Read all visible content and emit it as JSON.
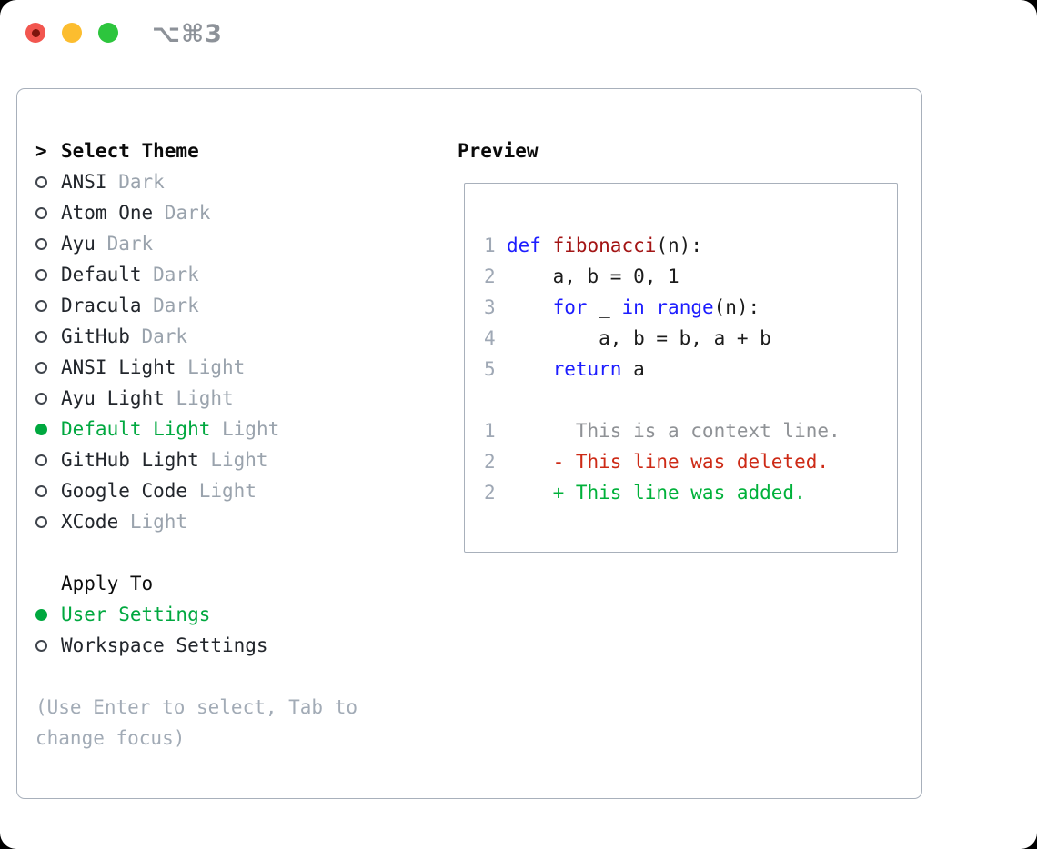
{
  "titlebar": {
    "shortcut": "⌥⌘3"
  },
  "panel": {
    "theme_section": {
      "header_marker": ">",
      "header": "Select Theme",
      "items": [
        {
          "name": "ANSI",
          "variant": "Dark",
          "selected": false
        },
        {
          "name": "Atom One",
          "variant": "Dark",
          "selected": false
        },
        {
          "name": "Ayu",
          "variant": "Dark",
          "selected": false
        },
        {
          "name": "Default",
          "variant": "Dark",
          "selected": false
        },
        {
          "name": "Dracula",
          "variant": "Dark",
          "selected": false
        },
        {
          "name": "GitHub",
          "variant": "Dark",
          "selected": false
        },
        {
          "name": "ANSI Light",
          "variant": "Light",
          "selected": false
        },
        {
          "name": "Ayu Light",
          "variant": "Light",
          "selected": false
        },
        {
          "name": "Default Light",
          "variant": "Light",
          "selected": true
        },
        {
          "name": "GitHub Light",
          "variant": "Light",
          "selected": false
        },
        {
          "name": "Google Code",
          "variant": "Light",
          "selected": false
        },
        {
          "name": "XCode",
          "variant": "Light",
          "selected": false
        }
      ]
    },
    "apply_section": {
      "header": "Apply To",
      "items": [
        {
          "name": "User Settings",
          "selected": true
        },
        {
          "name": "Workspace Settings",
          "selected": false
        }
      ]
    },
    "hint_lines": [
      "(Use Enter to select, Tab to",
      "change focus)"
    ]
  },
  "preview": {
    "header": "Preview",
    "code_lines": [
      {
        "number": "1",
        "tokens": [
          {
            "t": "def",
            "c": "kw"
          },
          {
            "t": " ",
            "c": "pl"
          },
          {
            "t": "fibonacci",
            "c": "fn"
          },
          {
            "t": "(n):",
            "c": "pl"
          }
        ]
      },
      {
        "number": "2",
        "tokens": [
          {
            "t": "    a, b = 0, 1",
            "c": "pl"
          }
        ]
      },
      {
        "number": "3",
        "tokens": [
          {
            "t": "    ",
            "c": "pl"
          },
          {
            "t": "for",
            "c": "kw"
          },
          {
            "t": " _ ",
            "c": "pl"
          },
          {
            "t": "in",
            "c": "kw"
          },
          {
            "t": " ",
            "c": "pl"
          },
          {
            "t": "range",
            "c": "kw"
          },
          {
            "t": "(n):",
            "c": "pl"
          }
        ]
      },
      {
        "number": "4",
        "tokens": [
          {
            "t": "        a, b = b, a + b",
            "c": "pl"
          }
        ]
      },
      {
        "number": "5",
        "tokens": [
          {
            "t": "    ",
            "c": "pl"
          },
          {
            "t": "return",
            "c": "kw"
          },
          {
            "t": " a",
            "c": "pl"
          }
        ]
      },
      {
        "number": "",
        "tokens": []
      },
      {
        "number": "1",
        "tokens": [
          {
            "t": "      This is a context line.",
            "c": "ctx"
          }
        ]
      },
      {
        "number": "2",
        "tokens": [
          {
            "t": "    - This line was deleted.",
            "c": "del"
          }
        ]
      },
      {
        "number": "2",
        "tokens": [
          {
            "t": "    + This line was added.",
            "c": "add"
          }
        ]
      }
    ]
  },
  "colors": {
    "accent_green": "#00a83f",
    "added_green": "#00b13a",
    "deleted_red": "#cd2a16",
    "keyword_blue": "#1d1dff",
    "function_red": "#a31515",
    "line_number_gray": "#9fa8b5",
    "context_gray": "#8f9296",
    "muted_gray": "#9aa3ad",
    "border_gray": "#a8b0bb",
    "traffic_red": "#f2564f",
    "traffic_yellow": "#fcbd2f",
    "traffic_green": "#2dc53d"
  }
}
